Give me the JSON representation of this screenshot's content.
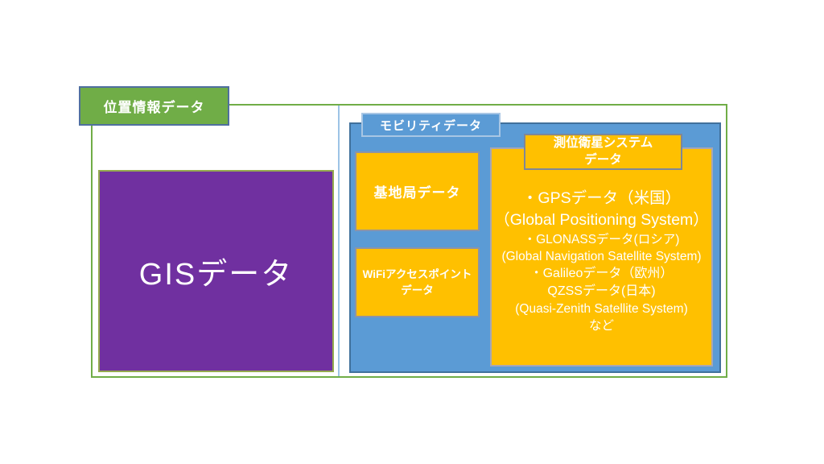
{
  "diagram": {
    "root": {
      "label": "位置情報データ"
    },
    "gis": {
      "label": "GISデータ"
    },
    "mobility": {
      "label": "モビリティデータ",
      "base_station": {
        "label": "基地局データ"
      },
      "wifi": {
        "label_line1": "WiFiアクセスポイント",
        "label_line2": "データ"
      },
      "satellite": {
        "title_line1": "測位衛星システム",
        "title_line2": "データ",
        "lines": [
          "・GPSデータ（米国）",
          "（Global Positioning System）",
          "・GLONASSデータ(ロシア)",
          "(Global Navigation Satellite System)",
          "・Galileoデータ（欧州）",
          "QZSSデータ(日本)",
          "(Quasi-Zenith Satellite System)",
          "など"
        ]
      }
    },
    "colors": {
      "green": "#70AD47",
      "blue": "#5B9BD5",
      "blue_border": "#41719C",
      "light_blue_divider": "#9DC3E6",
      "yellow": "#FFC000",
      "purple": "#7030A0",
      "root_label_border": "#4F6F9F",
      "yellow_box_border": "#8D94A5",
      "text": "#FFFFFF"
    }
  }
}
